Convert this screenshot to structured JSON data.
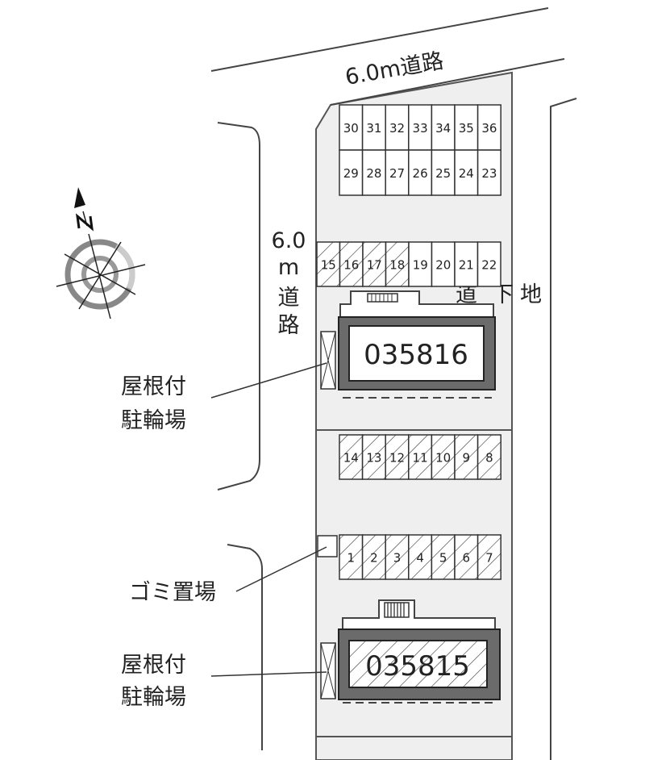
{
  "roads": {
    "top": "6.0m道路",
    "left": [
      "6.0",
      "m",
      "道",
      "路"
    ],
    "right": [
      "道",
      "下",
      "地"
    ]
  },
  "labels": {
    "bike_shelter_1": [
      "屋根付",
      "駐輪場"
    ],
    "garbage": "ゴミ置場",
    "bike_shelter_2": [
      "屋根付",
      "駐輪場"
    ]
  },
  "buildings": [
    {
      "id": "035816"
    },
    {
      "id": "035815"
    }
  ],
  "parking_rows": [
    {
      "spaces": [
        "30",
        "31",
        "32",
        "33",
        "34",
        "35",
        "36"
      ],
      "hatched": [
        false,
        false,
        false,
        false,
        false,
        false,
        false
      ]
    },
    {
      "spaces": [
        "29",
        "28",
        "27",
        "26",
        "25",
        "24",
        "23"
      ],
      "hatched": [
        false,
        false,
        false,
        false,
        false,
        false,
        false
      ]
    },
    {
      "spaces": [
        "15",
        "16",
        "17",
        "18",
        "19",
        "20",
        "21",
        "22"
      ],
      "hatched": [
        true,
        true,
        true,
        true,
        false,
        false,
        false,
        false
      ]
    },
    {
      "spaces": [
        "14",
        "13",
        "12",
        "11",
        "10",
        "9",
        "8"
      ],
      "hatched": [
        true,
        true,
        true,
        true,
        true,
        true,
        true
      ]
    },
    {
      "spaces": [
        "1",
        "2",
        "3",
        "4",
        "5",
        "6",
        "7"
      ],
      "hatched": [
        true,
        true,
        true,
        true,
        true,
        true,
        true
      ]
    }
  ],
  "colors": {
    "site": "#efefef",
    "building_frame": "#6b6b6b",
    "line": "#333333"
  }
}
